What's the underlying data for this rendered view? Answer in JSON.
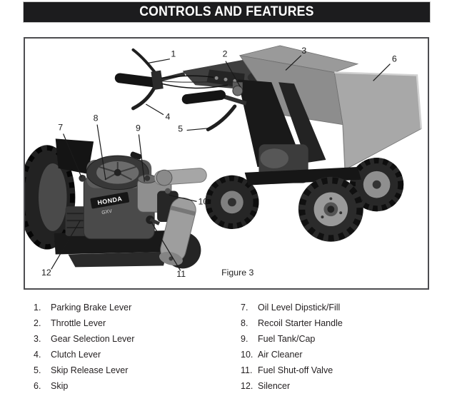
{
  "header": {
    "title": "CONTROLS AND FEATURES"
  },
  "figure": {
    "caption": "Figure 3",
    "engine_brand": "HONDA",
    "engine_model": "GXV",
    "callouts": [
      "1",
      "2",
      "3",
      "4",
      "5",
      "6",
      "7",
      "8",
      "9",
      "10",
      "11",
      "12"
    ]
  },
  "legend": {
    "items": [
      {
        "num": "1.",
        "label": "Parking Brake Lever"
      },
      {
        "num": "2.",
        "label": "Throttle Lever"
      },
      {
        "num": "3.",
        "label": "Gear Selection Lever"
      },
      {
        "num": "4.",
        "label": "Clutch Lever"
      },
      {
        "num": "5.",
        "label": "Skip Release Lever"
      },
      {
        "num": "6.",
        "label": "Skip"
      },
      {
        "num": "7.",
        "label": "Oil Level Dipstick/Fill"
      },
      {
        "num": "8.",
        "label": "Recoil Starter Handle"
      },
      {
        "num": "9.",
        "label": "Fuel Tank/Cap"
      },
      {
        "num": "10.",
        "label": "Air Cleaner"
      },
      {
        "num": "11.",
        "label": "Fuel Shut-off Valve"
      },
      {
        "num": "12.",
        "label": "Silencer"
      }
    ]
  },
  "colors": {
    "header_bg": "#1c1c1e",
    "header_text": "#ffffff",
    "frame_border": "#4d4d50",
    "body_text": "#231f20"
  }
}
